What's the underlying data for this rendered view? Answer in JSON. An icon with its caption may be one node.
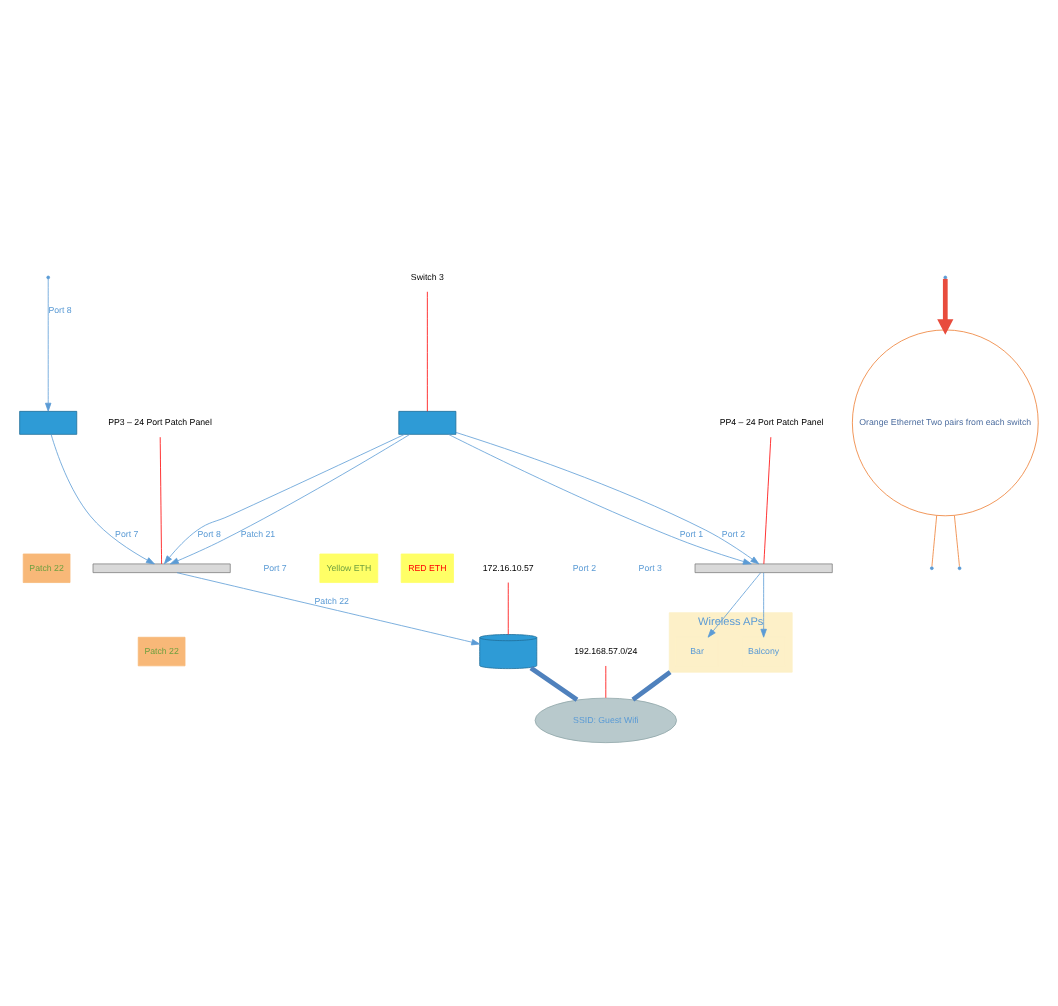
{
  "diagram": {
    "nodes": [
      {
        "text": [],
        "shape": "box"
      },
      {
        "text": [
          "Orange Ethernet Two pairs from each switch"
        ]
      },
      {
        "text": [],
        "shape": "bar"
      },
      {
        "text": [
          "PP3 – 24 Port Patch Panel"
        ]
      },
      {
        "text": [],
        "shape": "box"
      },
      {
        "text": [
          "Switch 3"
        ]
      },
      {
        "text": [],
        "shape": "cylinder"
      },
      {
        "text": [
          "172.16.10.57"
        ]
      },
      {
        "text": [],
        "shape": "bar"
      },
      {
        "text": [
          "PP4 – 24 Port Patch Panel"
        ]
      },
      {
        "text": [
          "Wireless APs"
        ]
      },
      {
        "text": [
          "Bar"
        ],
        "in": 10
      },
      {
        "text": [
          "Balcony"
        ],
        "in": 10
      },
      {
        "text": [
          "SSID: Guest Wifi"
        ]
      },
      {
        "text": [
          "192.168.57.0/24"
        ]
      }
    ],
    "edges": [
      {
        "from": null,
        "to": 0,
        "arrow": "to",
        "label": "Port 8"
      },
      {
        "from": 0,
        "to": 2,
        "arrow": "to",
        "label": "Port 7"
      },
      {
        "from": 4,
        "to": 2,
        "arrow": "to",
        "label": "Port 8"
      },
      {
        "from": 4,
        "to": 2,
        "arrow": "to",
        "label": "Patch 21"
      },
      {
        "from": 2,
        "to": 6,
        "arrow": "to",
        "label": "Patch 22"
      },
      {
        "from": 4,
        "to": 8,
        "arrow": "to",
        "label": "Port 1"
      },
      {
        "from": 4,
        "to": 8,
        "arrow": "to",
        "label": "Port 2"
      },
      {
        "from": 8,
        "to": 11,
        "arrow": "to"
      },
      {
        "from": 8,
        "to": 12,
        "arrow": "to"
      },
      {
        "from": 1,
        "to": null,
        "arrow": "none",
        "color": "#ed7d31"
      },
      {
        "from": 1,
        "to": null,
        "arrow": "none",
        "color": "#ed7d31"
      },
      {
        "from": null,
        "to": 1,
        "arrow": "to",
        "style": "thick",
        "color": "#e84c3d"
      },
      {
        "from": 3,
        "to": 2,
        "arrow": "none",
        "color": "#ff0000"
      },
      {
        "from": 5,
        "to": 4,
        "arrow": "none",
        "color": "#ff0000"
      },
      {
        "from": 7,
        "to": 6,
        "arrow": "none",
        "color": "#ff0000"
      },
      {
        "from": 9,
        "to": 8,
        "arrow": "none",
        "color": "#ff0000"
      },
      {
        "from": 14,
        "to": 13,
        "arrow": "none",
        "color": "#ff0000"
      },
      {
        "from": 6,
        "to": 13,
        "arrow": "none",
        "style": "thick",
        "color": "#4f81bd"
      },
      {
        "from": 10,
        "to": 13,
        "arrow": "none",
        "style": "thick",
        "color": "#4f81bd"
      }
    ],
    "labels": [
      "Patch 22",
      "Patch 22",
      "Port 7",
      "Yellow ETH",
      "RED ETH",
      "Port 2",
      "Port 3"
    ]
  }
}
